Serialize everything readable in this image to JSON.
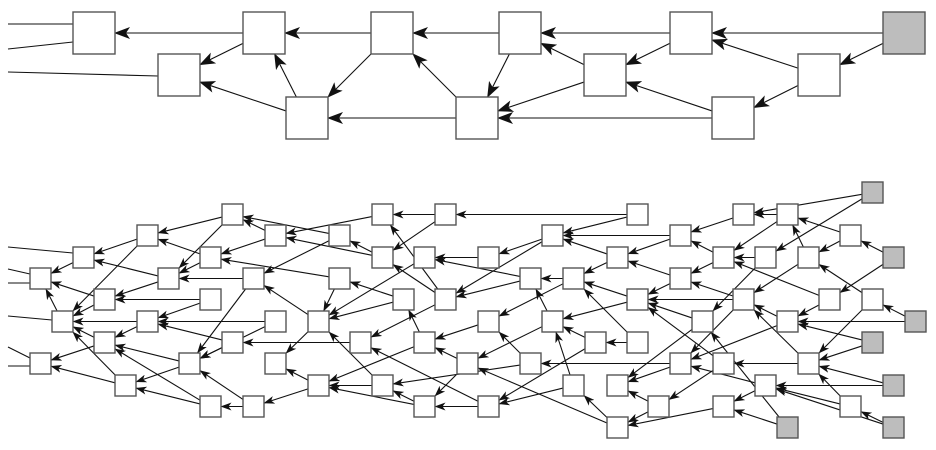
{
  "colors": {
    "node_fill": "#ffffff",
    "source_fill": "#bdbdbd",
    "edge": "#111111",
    "border": "#555555"
  },
  "top_graph": {
    "nodes": [
      "t0",
      "t1",
      "t2",
      "t3",
      "t4",
      "t5",
      "t6",
      "t7",
      "t8",
      "t9",
      "t10",
      "t11"
    ],
    "source_nodes": [
      "t11"
    ],
    "edges": [
      [
        "t2",
        "t0"
      ],
      [
        "t4",
        "t2"
      ],
      [
        "t6",
        "t4"
      ],
      [
        "t2",
        "t1"
      ],
      [
        "t3",
        "t2"
      ],
      [
        "t3",
        "t1"
      ],
      [
        "t4",
        "t3"
      ],
      [
        "t5",
        "t4"
      ],
      [
        "t5",
        "t3"
      ],
      [
        "t6",
        "t5"
      ],
      [
        "t7",
        "t6"
      ],
      [
        "t7",
        "t5"
      ],
      [
        "t8",
        "t6"
      ],
      [
        "t8",
        "t7"
      ],
      [
        "t10",
        "t8"
      ],
      [
        "t11",
        "t8"
      ],
      [
        "t11",
        "t10"
      ],
      [
        "t10",
        "t9"
      ],
      [
        "t9",
        "t7"
      ],
      [
        "t9",
        "t5"
      ]
    ],
    "offscreen_edges": [
      "t0",
      "t0",
      "t1"
    ]
  },
  "bottom_graph": {
    "source_nodes": [
      "b72",
      "b73",
      "b74",
      "b75",
      "b76",
      "b77",
      "b78"
    ],
    "edges": [
      [
        "b14",
        "b7"
      ],
      [
        "b14",
        "b9"
      ],
      [
        "b7",
        "b3"
      ],
      [
        "b7",
        "b2"
      ],
      [
        "b3",
        "b0"
      ],
      [
        "b9",
        "b3"
      ],
      [
        "b11",
        "b7"
      ],
      [
        "b11",
        "b9"
      ],
      [
        "b16",
        "b9"
      ],
      [
        "b9",
        "b4"
      ],
      [
        "b4",
        "b0"
      ],
      [
        "b2",
        "b0"
      ],
      [
        "b12",
        "b4"
      ],
      [
        "b8",
        "b2"
      ],
      [
        "b4",
        "b2"
      ],
      [
        "b12",
        "b8"
      ],
      [
        "b5",
        "b2"
      ],
      [
        "b8",
        "b5"
      ],
      [
        "b5",
        "b1"
      ],
      [
        "b10",
        "b5"
      ],
      [
        "b13",
        "b5"
      ],
      [
        "b6",
        "b1"
      ],
      [
        "b6",
        "b2"
      ],
      [
        "b10",
        "b6"
      ],
      [
        "b13",
        "b6"
      ],
      [
        "b17",
        "b13"
      ],
      [
        "b17",
        "b10"
      ],
      [
        "b15",
        "b10"
      ],
      [
        "b19",
        "b10"
      ],
      [
        "b15",
        "b8"
      ],
      [
        "b19",
        "b8"
      ],
      [
        "b16",
        "b10"
      ],
      [
        "b18",
        "b11"
      ],
      [
        "b24",
        "b11"
      ],
      [
        "b18",
        "b14"
      ],
      [
        "b23",
        "b14"
      ],
      [
        "b26",
        "b18"
      ],
      [
        "b33",
        "b26"
      ],
      [
        "b49",
        "b33"
      ],
      [
        "b33",
        "b27"
      ],
      [
        "b27",
        "b23"
      ],
      [
        "b27",
        "b18"
      ],
      [
        "b23",
        "b16"
      ],
      [
        "b24",
        "b21"
      ],
      [
        "b29",
        "b24"
      ],
      [
        "b34",
        "b26"
      ],
      [
        "b34",
        "b27"
      ],
      [
        "b36",
        "b30"
      ],
      [
        "b39",
        "b30"
      ],
      [
        "b30",
        "b21"
      ],
      [
        "b29",
        "b21"
      ],
      [
        "b21",
        "b20"
      ],
      [
        "b34",
        "b25"
      ],
      [
        "b37",
        "b31"
      ],
      [
        "b35",
        "b31"
      ],
      [
        "b31",
        "b29"
      ],
      [
        "b25",
        "b15"
      ],
      [
        "b38",
        "b25"
      ],
      [
        "b31",
        "b22"
      ],
      [
        "b22",
        "b20"
      ],
      [
        "b35",
        "b32"
      ],
      [
        "b32",
        "b28"
      ],
      [
        "b38",
        "b32"
      ],
      [
        "b32",
        "b22"
      ],
      [
        "b28",
        "b22"
      ],
      [
        "b28",
        "b21"
      ],
      [
        "b22",
        "b17"
      ],
      [
        "b21",
        "b16"
      ],
      [
        "b40",
        "b28"
      ],
      [
        "b49",
        "b41"
      ],
      [
        "b53",
        "b41"
      ],
      [
        "b41",
        "b36"
      ],
      [
        "b41",
        "b34"
      ],
      [
        "b46",
        "b41"
      ],
      [
        "b53",
        "b46"
      ],
      [
        "b54",
        "b46"
      ],
      [
        "b43",
        "b39"
      ],
      [
        "b46",
        "b43"
      ],
      [
        "b39",
        "b34"
      ],
      [
        "b43",
        "b37"
      ],
      [
        "b50",
        "b43"
      ],
      [
        "b50",
        "b42"
      ],
      [
        "b54",
        "b50"
      ],
      [
        "b56",
        "b50"
      ],
      [
        "b61",
        "b50"
      ],
      [
        "b42",
        "b39"
      ],
      [
        "b42",
        "b35"
      ],
      [
        "b45",
        "b42"
      ],
      [
        "b51",
        "b45"
      ],
      [
        "b51",
        "b43"
      ],
      [
        "b40",
        "b37"
      ],
      [
        "b55",
        "b40"
      ],
      [
        "b48",
        "b44"
      ],
      [
        "b44",
        "b42"
      ],
      [
        "b44",
        "b38"
      ],
      [
        "b45",
        "b38"
      ],
      [
        "b48",
        "b35"
      ],
      [
        "b55",
        "b47"
      ],
      [
        "b52",
        "b47"
      ],
      [
        "b52",
        "b48"
      ],
      [
        "b59",
        "b48"
      ],
      [
        "b56",
        "b47"
      ],
      [
        "b61",
        "b55"
      ],
      [
        "b58",
        "b52"
      ],
      [
        "b63",
        "b55"
      ],
      [
        "b57",
        "b53"
      ],
      [
        "b57",
        "b54"
      ],
      [
        "b61",
        "b54"
      ],
      [
        "b58",
        "b50"
      ],
      [
        "b72",
        "b60"
      ],
      [
        "b72",
        "b62"
      ],
      [
        "b64",
        "b60"
      ],
      [
        "b60",
        "b53"
      ],
      [
        "b69",
        "b64"
      ],
      [
        "b66",
        "b64"
      ],
      [
        "b69",
        "b66"
      ],
      [
        "b73",
        "b69"
      ],
      [
        "b73",
        "b68"
      ],
      [
        "b64",
        "b57"
      ],
      [
        "b62",
        "b57"
      ],
      [
        "b68",
        "b57"
      ],
      [
        "b71",
        "b66"
      ],
      [
        "b66",
        "b61"
      ],
      [
        "b62",
        "b56"
      ],
      [
        "b65",
        "b61"
      ],
      [
        "b68",
        "b65"
      ],
      [
        "b67",
        "b61"
      ],
      [
        "b74",
        "b71"
      ],
      [
        "b74",
        "b65"
      ],
      [
        "b75",
        "b65"
      ],
      [
        "b71",
        "b67"
      ],
      [
        "b75",
        "b67"
      ],
      [
        "b67",
        "b58"
      ],
      [
        "b65",
        "b55"
      ],
      [
        "b76",
        "b67"
      ],
      [
        "b76",
        "b63"
      ],
      [
        "b70",
        "b63"
      ],
      [
        "b70",
        "b67"
      ],
      [
        "b78",
        "b70"
      ],
      [
        "b78",
        "b63"
      ],
      [
        "b63",
        "b59"
      ],
      [
        "b77",
        "b59"
      ],
      [
        "b77",
        "b56"
      ]
    ],
    "offscreen_edges": [
      "b3",
      "b0",
      "b0",
      "b2",
      "b1",
      "b1"
    ]
  }
}
